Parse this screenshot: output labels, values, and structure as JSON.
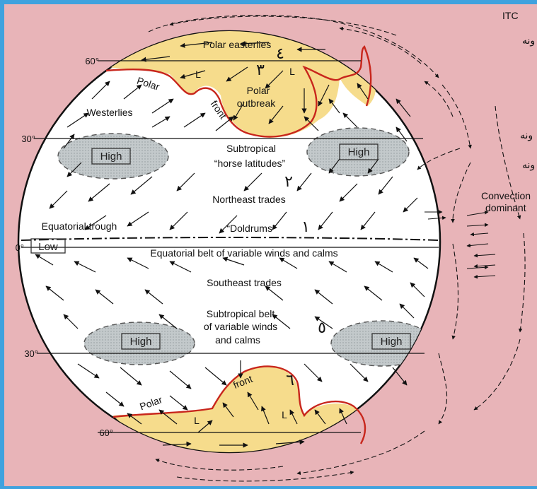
{
  "labels": {
    "polar_easterlies": "Polar easterlies",
    "polar_outbreak_1": "Polar",
    "polar_outbreak_2": "outbreak",
    "polar_front_a": "Polar",
    "polar_front_b": "front",
    "westerlies": "Westerlies",
    "subtropical_1": "Subtropical",
    "subtropical_2": "“horse latitudes”",
    "ne_trades": "Northeast trades",
    "doldrums": "“Doldrums”",
    "equatorial_trough": "Equatorial trough",
    "low": "Low",
    "equatorial_belt": "Equatorial belt of variable winds and calms",
    "se_trades": "Southeast trades",
    "subtrop_belt_1": "Subtropical belt",
    "subtrop_belt_2": "of variable winds",
    "subtrop_belt_3": "and calms",
    "south_polar": "Polar",
    "south_front": "front",
    "high": "High",
    "L": "L",
    "convection_1": "Convection",
    "convection_2": "dominant",
    "itc": "ITC",
    "side_arabic": "ونه"
  },
  "latitudes": {
    "n60": "60°",
    "n30": "30°",
    "eq": "0°",
    "s30": "30°",
    "s60": "60°"
  },
  "markers": {
    "m1": "١",
    "m2": "٢",
    "m3": "٣",
    "m4": "٤",
    "m5": "٥",
    "m6": "٦"
  },
  "colors": {
    "frame": "#3fa2de",
    "background": "#e8b4b8",
    "globe": "#ffffff",
    "polar_fill": "#f6dc8c",
    "front_line": "#c8261c",
    "high_fill": "#c3c9cb"
  }
}
